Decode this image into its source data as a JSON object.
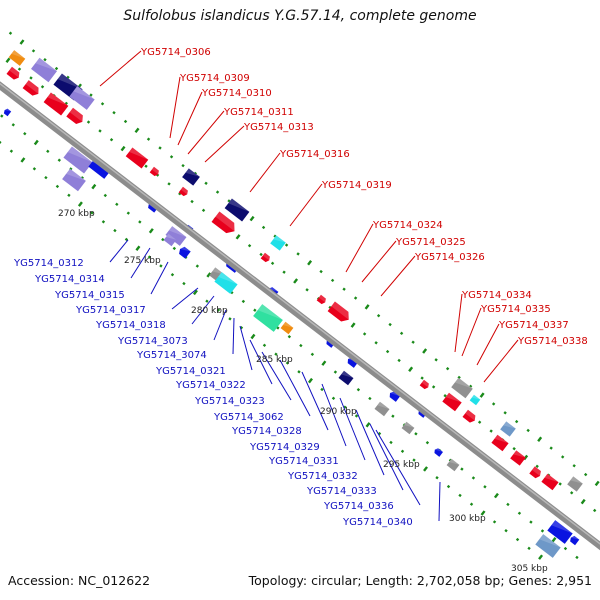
{
  "title": "Sulfolobus islandicus Y.G.57.14, complete genome",
  "footer": {
    "accession": "Accession: NC_012622",
    "summary": "Topology: circular; Length: 2,702,058 bp; Genes: 2,951"
  },
  "scale_labels": [
    "270 kbp",
    "275 kbp",
    "280 kbp",
    "285 kbp",
    "290 kbp",
    "295 kbp",
    "300 kbp",
    "305 kbp"
  ],
  "forward_labels": [
    "YG5714_0306",
    "YG5714_0309",
    "YG5714_0310",
    "YG5714_0311",
    "YG5714_0313",
    "YG5714_0316",
    "YG5714_0319",
    "YG5714_0324",
    "YG5714_0325",
    "YG5714_0326",
    "YG5714_0334",
    "YG5714_0335",
    "YG5714_0337",
    "YG5714_0338"
  ],
  "reverse_labels": [
    "YG5714_0312",
    "YG5714_0314",
    "YG5714_0315",
    "YG5714_0317",
    "YG5714_0318",
    "YG5714_3073",
    "YG5714_3074",
    "YG5714_0321",
    "YG5714_0322",
    "YG5714_0323",
    "YG5714_3062",
    "YG5714_0328",
    "YG5714_0329",
    "YG5714_0331",
    "YG5714_0332",
    "YG5714_0333",
    "YG5714_0336",
    "YG5714_0340"
  ],
  "colors": {
    "backbone": "#8c8c8c",
    "forward_gene": "#e8001c",
    "reverse_gene": "#0a14e0",
    "forward_label": "#d00000",
    "reverse_label": "#1010c0",
    "navy_gene": "#0c0c6e",
    "lavender_gene": "#8f7fd8",
    "cyan_gene": "#20e0e8",
    "teal_gene": "#30e0a0",
    "orange_gene": "#f08c10",
    "grey_gene": "#909090",
    "steel_gene": "#6e98c8",
    "gc_tick": "#1a8a1a"
  }
}
